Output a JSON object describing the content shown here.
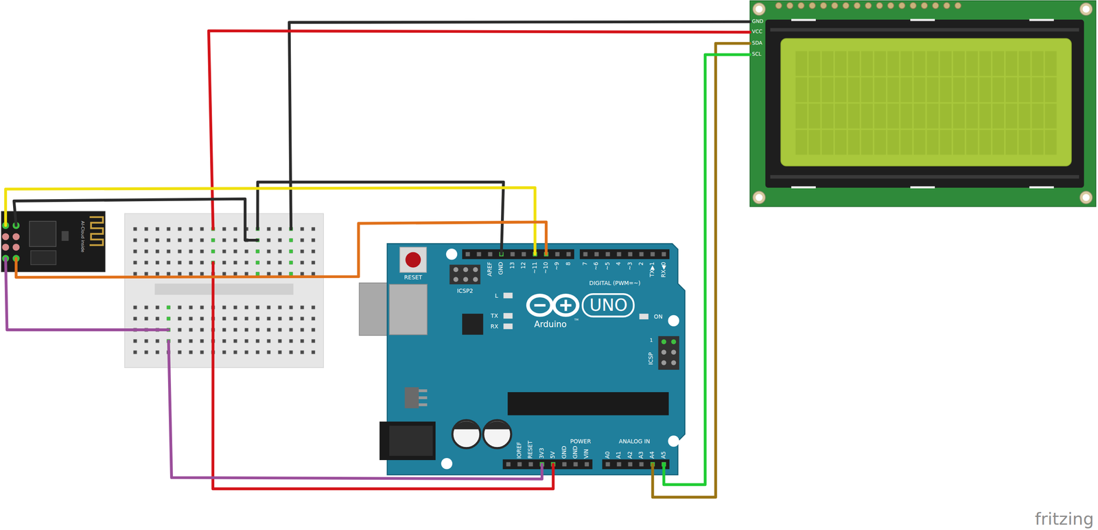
{
  "diagram": {
    "nodes": [
      {
        "text": [
          "AI-Cloud inside"
        ]
      },
      {
        "text": [
          "UNO",
          "Arduino"
        ]
      },
      {
        "text": [
          "GND",
          "VCC",
          "SDA",
          "SCL"
        ]
      }
    ],
    "edges": [
      {
        "from": 0,
        "to": 1,
        "arrow": "none"
      },
      {
        "from": 0,
        "to": 1,
        "arrow": "none"
      },
      {
        "from": 2,
        "to": 1,
        "arrow": "none"
      },
      {
        "from": 2,
        "to": 1,
        "arrow": "none"
      }
    ],
    "labels": [
      "AREF",
      "GND",
      "13",
      "12",
      "~11",
      "~10",
      "~9",
      "8",
      "7",
      "~6",
      "~5",
      "4",
      "~3",
      "2",
      "TX▶1",
      "RX◀0",
      "DIGITAL (PWM=~)",
      "RESET",
      "ICSP2",
      "L",
      "TX",
      "RX",
      "TM",
      "ON",
      "1",
      "ICSP",
      "IOREF",
      "RESET",
      "3V3",
      "5V",
      "GND",
      "GND",
      "VIN",
      "POWER",
      "A0",
      "A1",
      "A2",
      "A3",
      "A4",
      "A5",
      "ANALOG IN",
      "fritzing"
    ]
  }
}
